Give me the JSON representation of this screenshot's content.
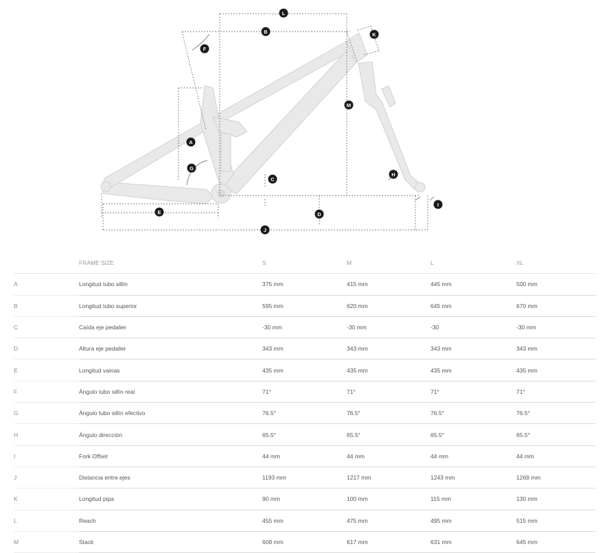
{
  "diagram": {
    "markers": [
      "A",
      "B",
      "C",
      "D",
      "E",
      "F",
      "G",
      "H",
      "I",
      "J",
      "K",
      "L",
      "M"
    ]
  },
  "table": {
    "header": {
      "label": "FRAME SIZE",
      "sizes": [
        "S",
        "M",
        "L",
        "XL"
      ]
    },
    "rows": [
      {
        "letter": "A",
        "name": "Longitud tubo sillín",
        "values": [
          "375 mm",
          "415 mm",
          "445 mm",
          "500 mm"
        ]
      },
      {
        "letter": "B",
        "name": "Longitud tubo superior",
        "values": [
          "595 mm",
          "620 mm",
          "645 mm",
          "670 mm"
        ]
      },
      {
        "letter": "C",
        "name": "Caída eje pedalier",
        "values": [
          "-30 mm",
          "-30 mm",
          "-30",
          "-30 mm"
        ]
      },
      {
        "letter": "D",
        "name": "Altura eje pedalier",
        "values": [
          "343 mm",
          "343 mm",
          "343 mm",
          "343 mm"
        ]
      },
      {
        "letter": "E",
        "name": "Longitud vainas",
        "values": [
          "435 mm",
          "435 mm",
          "435 mm",
          "435 mm"
        ]
      },
      {
        "letter": "F",
        "name": "Ángulo tubo sillín real",
        "values": [
          "71°",
          "71°",
          "71°",
          "71°"
        ]
      },
      {
        "letter": "G",
        "name": "Ángulo tubo sillín efectivo",
        "values": [
          "76.5°",
          "76.5°",
          "76.5°",
          "76.5°"
        ]
      },
      {
        "letter": "H",
        "name": "Ángulo dirección",
        "values": [
          "65.5°",
          "65.5°",
          "65.5°",
          "65.5°"
        ]
      },
      {
        "letter": "I",
        "name": "Fork Offset",
        "values": [
          "44 mm",
          "44 mm",
          "44 mm",
          "44 mm"
        ]
      },
      {
        "letter": "J",
        "name": "Distancia entre ejes",
        "values": [
          "1193 mm",
          "1217 mm",
          "1243 mm",
          "1269 mm"
        ]
      },
      {
        "letter": "K",
        "name": "Longitud pipa",
        "values": [
          "90 mm",
          "100 mm",
          "115 mm",
          "130 mm"
        ]
      },
      {
        "letter": "L",
        "name": "Reach",
        "values": [
          "455 mm",
          "475 mm",
          "495 mm",
          "515 mm"
        ]
      },
      {
        "letter": "M",
        "name": "Stack",
        "values": [
          "608 mm",
          "617 mm",
          "631 mm",
          "645 mm"
        ]
      }
    ]
  },
  "colors": {
    "frame_fill": "#e8e8e8",
    "frame_stroke": "#cfcfcf",
    "dims": "#444444",
    "marker_bg": "#1a1a1a",
    "marker_text": "#ffffff"
  }
}
